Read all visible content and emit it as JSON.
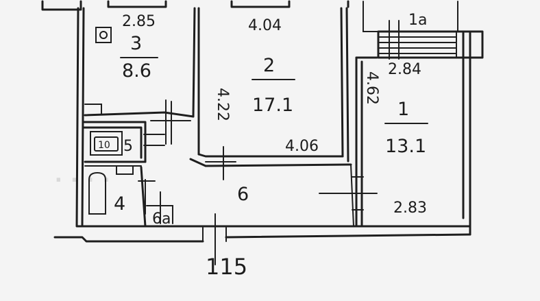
{
  "rooms": {
    "r1": {
      "number": "1",
      "area": "13.1",
      "dim_top": "2.84",
      "dim_side": "4.62",
      "dim_bottom": "2.83"
    },
    "r1a": {
      "number": "1a"
    },
    "r2": {
      "number": "2",
      "area": "17.1",
      "dim_top": "4.04",
      "dim_side": "4.22",
      "dim_bottom": "4.06"
    },
    "r3": {
      "number": "3",
      "area": "8.6",
      "dim_top": "2.85"
    },
    "r4": {
      "number": "4"
    },
    "r5": {
      "number": "5"
    },
    "r6": {
      "number": "6"
    },
    "r6a": {
      "number": "6a"
    }
  },
  "apartment_number": "115",
  "stove_label": "10"
}
